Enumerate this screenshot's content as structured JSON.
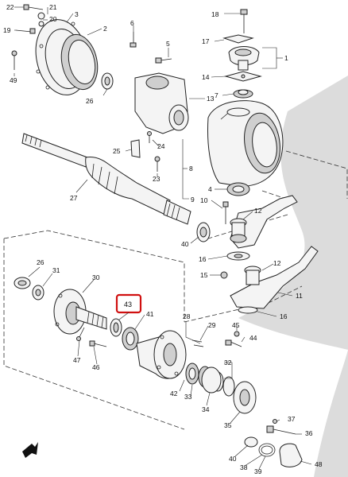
{
  "callouts": [
    {
      "id": "c22",
      "text": "22"
    },
    {
      "id": "c21",
      "text": "21"
    },
    {
      "id": "c20",
      "text": "20"
    },
    {
      "id": "c19",
      "text": "19"
    },
    {
      "id": "c3",
      "text": "3"
    },
    {
      "id": "c2",
      "text": "2"
    },
    {
      "id": "c49",
      "text": "49"
    },
    {
      "id": "c26a",
      "text": "26"
    },
    {
      "id": "c6",
      "text": "6"
    },
    {
      "id": "c5",
      "text": "5"
    },
    {
      "id": "c18",
      "text": "18"
    },
    {
      "id": "c17",
      "text": "17"
    },
    {
      "id": "c1",
      "text": "1"
    },
    {
      "id": "c14",
      "text": "14"
    },
    {
      "id": "c7",
      "text": "7"
    },
    {
      "id": "c13",
      "text": "13"
    },
    {
      "id": "c25",
      "text": "25"
    },
    {
      "id": "c24",
      "text": "24"
    },
    {
      "id": "c23",
      "text": "23"
    },
    {
      "id": "c8",
      "text": "8"
    },
    {
      "id": "c27",
      "text": "27"
    },
    {
      "id": "c4",
      "text": "4"
    },
    {
      "id": "c9",
      "text": "9"
    },
    {
      "id": "c10",
      "text": "10"
    },
    {
      "id": "c12a",
      "text": "12"
    },
    {
      "id": "c40a",
      "text": "40"
    },
    {
      "id": "c16a",
      "text": "16"
    },
    {
      "id": "c12b",
      "text": "12"
    },
    {
      "id": "c26b",
      "text": "26"
    },
    {
      "id": "c31",
      "text": "31"
    },
    {
      "id": "c15",
      "text": "15"
    },
    {
      "id": "c30",
      "text": "30"
    },
    {
      "id": "c11",
      "text": "11"
    },
    {
      "id": "c41",
      "text": "41"
    },
    {
      "id": "c16b",
      "text": "16"
    },
    {
      "id": "c28",
      "text": "28"
    },
    {
      "id": "c29",
      "text": "29"
    },
    {
      "id": "c45",
      "text": "45"
    },
    {
      "id": "c44",
      "text": "44"
    },
    {
      "id": "c47",
      "text": "47"
    },
    {
      "id": "c46",
      "text": "46"
    },
    {
      "id": "c32",
      "text": "32"
    },
    {
      "id": "c42",
      "text": "42"
    },
    {
      "id": "c33",
      "text": "33"
    },
    {
      "id": "c34",
      "text": "34"
    },
    {
      "id": "c35",
      "text": "35"
    },
    {
      "id": "c37",
      "text": "37"
    },
    {
      "id": "c36",
      "text": "36"
    },
    {
      "id": "c40b",
      "text": "40"
    },
    {
      "id": "c38",
      "text": "38"
    },
    {
      "id": "c39",
      "text": "39"
    },
    {
      "id": "c48",
      "text": "48"
    }
  ],
  "highlight": {
    "text": "43"
  },
  "colors": {
    "highlight": "#d01010",
    "watermark": "#d9d9d9"
  },
  "icons": [
    "front-direction-arrow-icon"
  ]
}
